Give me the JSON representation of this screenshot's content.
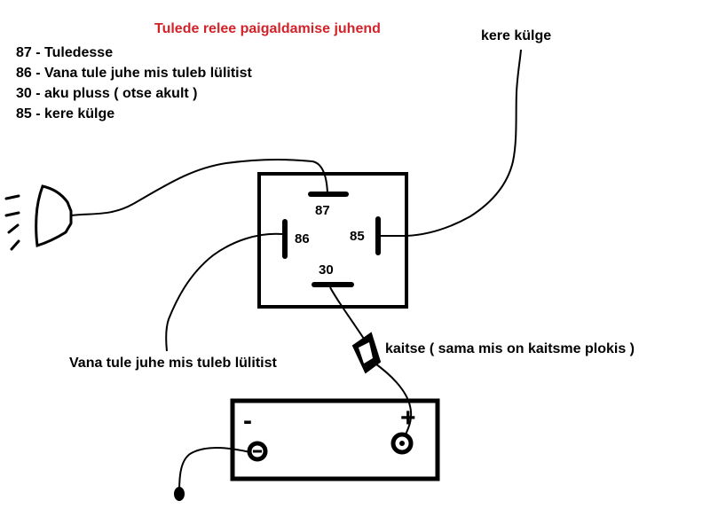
{
  "title": "Tulede relee paigaldamise juhend",
  "colors": {
    "title": "#d2232a",
    "ink": "#000000",
    "background": "#ffffff"
  },
  "legend": [
    "87 - Tuledesse",
    "86 -  Vana tule juhe mis tuleb lülitist",
    "30 - aku pluss ( otse akult )",
    "85 - kere külge"
  ],
  "relay": {
    "pins": {
      "p87": "87",
      "p86": "86",
      "p85": "85",
      "p30": "30"
    }
  },
  "labels": {
    "ground": "kere külge",
    "switch_wire": "Vana tule juhe mis tuleb lülitist",
    "fuse": "kaitse ( sama mis on kaitsme plokis )"
  },
  "battery": {
    "minus": "-",
    "plus": "+"
  },
  "icons": [
    "headlight-icon",
    "relay-icon",
    "fuse-icon",
    "battery-icon"
  ]
}
